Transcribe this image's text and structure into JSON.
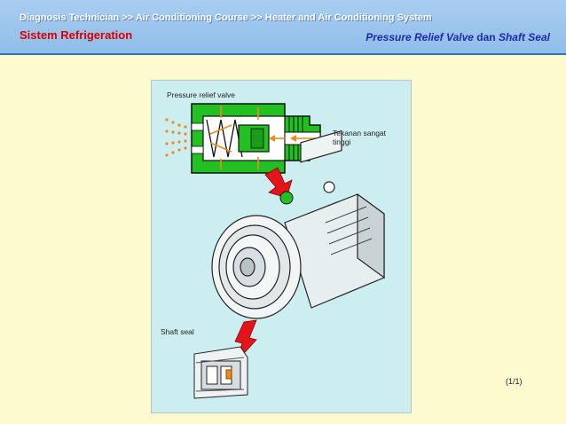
{
  "header": {
    "breadcrumb": "Diagnosis Technician >> Air Conditioning Course >> Heater and Air Conditioning System",
    "section_title": "Sistem Refrigeration",
    "topic": {
      "part1": "Pressure Relief Valve",
      "connector": "dan",
      "part2": "Shaft Seal"
    }
  },
  "figure": {
    "label_relief_valve": "Pressure relief valve",
    "label_high_pressure": "Tekanan sangat tinggi",
    "label_shaft_seal": "Shaft seal"
  },
  "footer": {
    "page_indicator": "(1/1)"
  },
  "colors": {
    "header_bg": "#a9cdf1",
    "page_bg": "#fdfad0",
    "section_title": "#d80000",
    "topic_title": "#1f2aa8",
    "figure_bg": "#cdeef0",
    "valve_green": "#23c023",
    "arrow_red": "#e5141a",
    "flow_orange": "#f08a1c"
  }
}
